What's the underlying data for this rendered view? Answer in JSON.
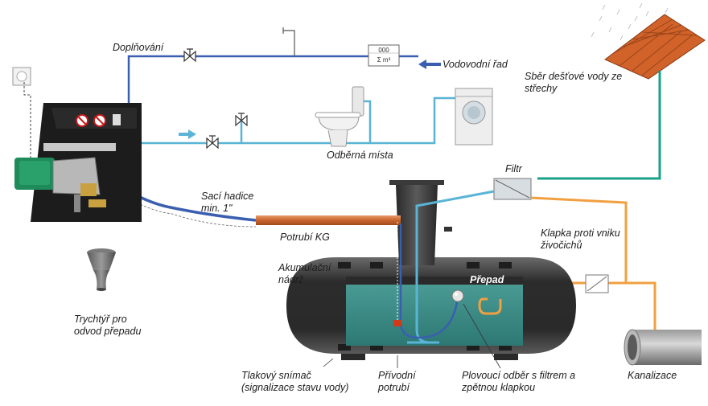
{
  "labels": {
    "doplnovani": "Doplňování",
    "vodovodni_rad": "Vodovodní řad",
    "sber_destove_vody": "Sběr dešťové vody ze střechy",
    "odberna_mista": "Odběrná místa",
    "filtr": "Filtr",
    "saci_hadice": "Sací hadice min. 1\"",
    "potrubi_kg": "Potrubí KG",
    "klapka": "Klapka proti vniku živočichů",
    "akumulacni_nadrz": "Akumulační nádrž",
    "prepad": "Přepad",
    "trychtyr": "Trychtýř pro odvod přepadu",
    "tlakovy_snimac": "Tlakový snímač (signalizace stavu vody)",
    "privodni_potrubi": "Přívodní potrubí",
    "plovouci_odber": "Plovoucí odběr s filtrem a zpětnou klapkou",
    "kanalizace": "Kanalizace"
  },
  "meter": {
    "counter": "000",
    "unit": "Σ m³"
  },
  "colors": {
    "potable_line": "#3a5fb0",
    "service_line": "#5ab4d6",
    "rain_line": "#1aa08a",
    "overflow_line": "#f0a040",
    "kg_pipe": "#d2743a",
    "tank_body": "#3a3a3a",
    "water": "#3d8f8a",
    "roof": "#d0622a"
  },
  "icons": [
    "roof-tiles-icon",
    "rain-drops-icon",
    "water-meter-icon",
    "valve-icon",
    "toilet-icon",
    "washing-machine-icon",
    "pump-unit-icon",
    "funnel-icon",
    "filter-box-icon",
    "flap-valve-icon",
    "sewer-pipe-icon",
    "float-ball-icon",
    "pressure-sensor-icon",
    "power-socket-icon"
  ]
}
